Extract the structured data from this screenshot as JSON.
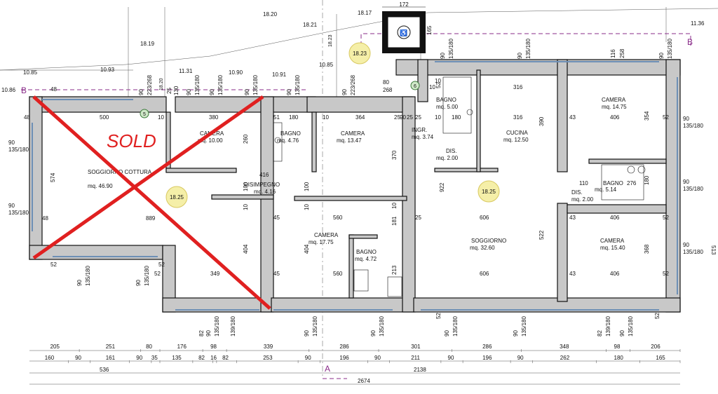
{
  "sold_label": "SOLD",
  "colors": {
    "sold": "#e02020",
    "section": "#8a2c8a",
    "wall": "#c8c8c8",
    "level_bubble": "#f5efa8",
    "marker": "#cfe8c8"
  },
  "levels": {
    "upper": "18.23",
    "left": "18.25",
    "right": "18.25"
  },
  "markers": {
    "m5": "5",
    "m6": "6"
  },
  "sections": {
    "b_left": "B",
    "b_right": "B",
    "a_bottom": "A"
  },
  "wheelchair_dim": "172",
  "wheelchair_dim2": "165",
  "elevations": {
    "e1": "18.20",
    "e2": "18.17",
    "e3": "18.21",
    "e4": "18.19",
    "e5": "11.36",
    "e6": "18.23",
    "e7": "10.85",
    "e8": "10.93",
    "e9": "11.31",
    "e10": "10.90",
    "e11": "10.91",
    "e12": "10.85",
    "e13": "10.86",
    "e14": "18.20"
  },
  "rooms": [
    {
      "name": "SOGGIORNO COTTURA",
      "area": "mq. 46.90"
    },
    {
      "name": "CAMERA",
      "area": "mq. 10.00"
    },
    {
      "name": "BAGNO",
      "area": "mq. 4.76"
    },
    {
      "name": "DISIMPEGNO",
      "area": "mq. 4.16"
    },
    {
      "name": "CAMERA",
      "area": "mq. 13.47"
    },
    {
      "name": "INGR.",
      "area": "mq. 3.74"
    },
    {
      "name": "BAGNO",
      "area": "mq. 5.00"
    },
    {
      "name": "DIS.",
      "area": "mq. 2.00"
    },
    {
      "name": "CUCINA",
      "area": "mq. 12.50"
    },
    {
      "name": "CAMERA",
      "area": "mq. 14.75"
    },
    {
      "name": "BAGNO",
      "area": "mq. 5.14"
    },
    {
      "name": "DIS.",
      "area": "mq. 2.00"
    },
    {
      "name": "CAMERA",
      "area": "mq. 17.75"
    },
    {
      "name": "BAGNO",
      "area": "mq. 4.72"
    },
    {
      "name": "SOGGIORNO",
      "area": "mq. 32.60"
    },
    {
      "name": "CAMERA",
      "area": "mq. 15.40"
    }
  ],
  "inner_dims": {
    "d500": "500",
    "d380": "380",
    "d10a": "10",
    "d51": "51",
    "d180a": "180",
    "d10b": "10",
    "d364": "364",
    "d25a": "25",
    "d90a": "90",
    "d48a": "48",
    "d48b": "48",
    "d48c": "48",
    "d574": "574",
    "d889": "889",
    "d52a": "52",
    "d52b": "52",
    "d260": "260",
    "d416": "416",
    "d100a": "100",
    "d10c": "10",
    "d100b": "100",
    "d10d": "10",
    "d404a": "404",
    "d45a": "45",
    "d45b": "45",
    "d560a": "560",
    "d560b": "560",
    "d404b": "404",
    "d349": "349",
    "d370": "370",
    "d181": "181",
    "d213": "213",
    "d10e": "10",
    "d922": "922",
    "d606a": "606",
    "d606b": "606",
    "d522": "522",
    "d25b": "25",
    "d25c": "25",
    "d10f": "10",
    "d180b": "180",
    "d316a": "316",
    "d316b": "316",
    "d390": "390",
    "d43a": "43",
    "d43b": "43",
    "d43c": "43",
    "d406a": "406",
    "d406b": "406",
    "d406c": "406",
    "d354": "354",
    "d276": "276",
    "d180c": "180",
    "d110": "110",
    "d368": "368",
    "d52c": "52",
    "d52d": "52",
    "d52e": "52",
    "d10g": "10",
    "d80": "80",
    "d268": "268",
    "d116": "116",
    "d258": "258",
    "d25d": "25",
    "d10h": "10",
    "d513": "513"
  },
  "openings": {
    "o1": "90",
    "o2": "135/180",
    "o3": "90",
    "o4": "135/180",
    "o5": "90",
    "o6": "135/180",
    "o7": "90",
    "o8": "135/180",
    "o9": "90",
    "o10": "223/268",
    "o11": "90",
    "o12": "223/268",
    "o13": "90",
    "o14": "135/180",
    "o15": "90",
    "o16": "135/180",
    "o17": "90",
    "o18": "135/180",
    "o19": "90",
    "o20": "135/180",
    "o21": "90",
    "o22": "135/180",
    "o23": "90",
    "o24": "135/180",
    "o25": "90",
    "o26": "135/180",
    "o27": "90",
    "o28": "135/180",
    "o29": "82",
    "o30": "139/180",
    "o31": "90",
    "o32": "135/180",
    "o33": "90",
    "o34": "135/180",
    "o35": "90",
    "o36": "135/180",
    "o37": "90",
    "o38": "135/180",
    "o39": "82",
    "o40": "139/180",
    "o41": "90",
    "o42": "135/180",
    "o43": "90",
    "o44": "135/180",
    "o45": "90",
    "o46": "135/180",
    "o47": "90",
    "o48": "135/180",
    "o49": "130",
    "o50": "25",
    "o51": "52",
    "o52": "52",
    "o53": "52",
    "o54": "52"
  },
  "bottom_row1": [
    "205",
    "251",
    "80",
    "176",
    "98",
    "339",
    "286",
    "301",
    "286",
    "348",
    "98",
    "206"
  ],
  "bottom_row2": [
    "160",
    "90",
    "161",
    "90",
    "35",
    "135",
    "82",
    "16",
    "82",
    "253",
    "90",
    "196",
    "90",
    "211",
    "90",
    "196",
    "90",
    "262",
    "180",
    "165"
  ],
  "bottom_row3": [
    "536",
    "2138"
  ],
  "bottom_row4": [
    "2674"
  ]
}
